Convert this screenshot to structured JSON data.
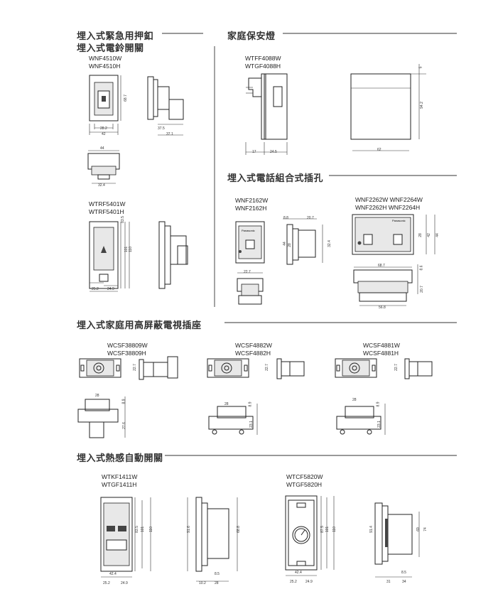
{
  "sections": {
    "emergency": {
      "title_line1": "埋入式緊急用押釦",
      "title_line2": "埋入式電鈴開關"
    },
    "night_light": {
      "title": "家庭保安燈"
    },
    "phone": {
      "title": "埋入式電話組合式插孔"
    },
    "tv": {
      "title": "埋入式家庭用高屏蔽電視插座"
    },
    "sensor": {
      "title": "埋入式熱感自動開關"
    }
  },
  "models": {
    "wnf4510": [
      "WNF4510W",
      "WNF4510H"
    ],
    "wtff4088": [
      "WTFF4088W",
      "WTGF4088H"
    ],
    "wtrf5401": [
      "WTRF5401W",
      "WTRF5401H"
    ],
    "wnf2162": [
      "WNF2162W",
      "WNF2162H"
    ],
    "wnf2262": [
      "WNF2262W  WNF2264W",
      "WNF2262H  WNF2264H"
    ],
    "wcsf38809": [
      "WCSF38809W",
      "WCSF38809H"
    ],
    "wcsf4882": [
      "WCSF4882W",
      "WCSF4882H"
    ],
    "wcsf4881": [
      "WCSF4881W",
      "WCSF4881H"
    ],
    "wtkf1411": [
      "WTKF1411W",
      "WTGF1411H"
    ],
    "wtcf5820": [
      "WTCF5820W",
      "WTGF5820H"
    ]
  },
  "dims": {
    "d28_2": "28.2",
    "d42": "42",
    "d68_7": "68.7",
    "d37_5": "37.5",
    "d37_1": "37.1",
    "d44": "44",
    "d32_4": "32.4",
    "d17": "17",
    "d24_5": "24.5",
    "d5": "5",
    "d94_2": "94.2",
    "d62": "62",
    "d8_8": "8.8",
    "d20_7": "20.7",
    "d28": "28",
    "d44b": "44",
    "d32_4b": "32.4",
    "d22_7": "22.7",
    "d68_7b": "68.7",
    "d42b": "42",
    "d8_6": "8.6",
    "d20_7b": "20.7",
    "d56_8": "56.8",
    "d83_5": "83.5",
    "d101": "101",
    "d110": "110",
    "d25_2": "25.2",
    "d24_9": "24.9",
    "d28tv": "28",
    "d8_9": "8.9",
    "d27_6": "27.6",
    "d23_1": "23.1",
    "d22_7tv": "22.7",
    "d83_5s": "83.5",
    "d101s": "101",
    "d110s": "110",
    "d42_4": "42.4",
    "d25_2s": "25.2",
    "d24_9s": "24.9",
    "d91_6": "91.6",
    "d68_8": "68.8",
    "d8_5": "8.5",
    "d10_2": "10.2",
    "d28s": "28",
    "d87_5": "87.5",
    "d101c": "101",
    "d110c": "110",
    "d42_4c": "42.4",
    "d25_2c": "25.2",
    "d24_9c": "24.9",
    "d91_4": "91.4",
    "d69": "69",
    "d74": "74",
    "d8_5c": "8.5",
    "d31": "31",
    "d34": "34"
  },
  "brand": "Panasonic"
}
